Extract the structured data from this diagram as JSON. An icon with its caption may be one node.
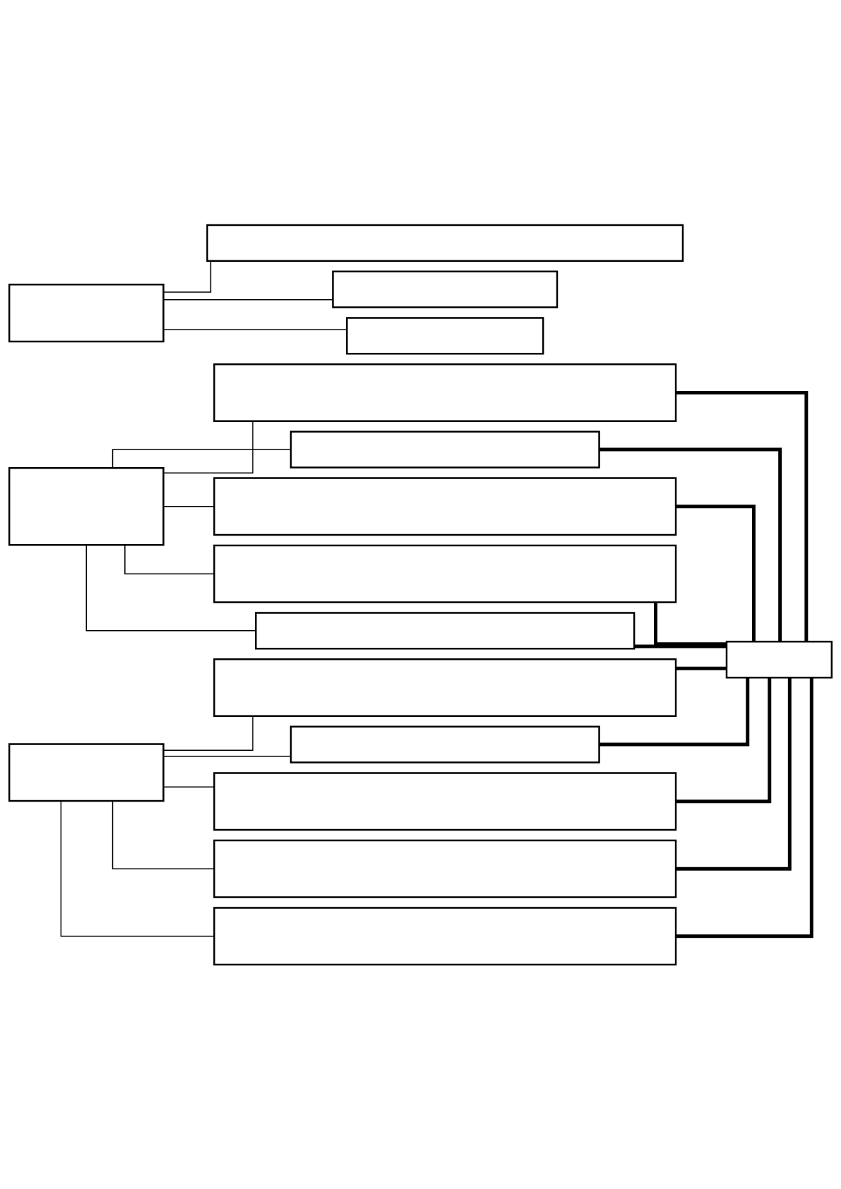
{
  "diagram": {
    "nodes": [
      {
        "text": [],
        "shape": "box"
      },
      {
        "text": [],
        "shape": "box"
      },
      {
        "text": [],
        "shape": "box"
      },
      {
        "text": [],
        "shape": "box"
      },
      {
        "text": [],
        "shape": "box"
      },
      {
        "text": [],
        "shape": "box"
      },
      {
        "text": [],
        "shape": "box"
      },
      {
        "text": [],
        "shape": "box"
      },
      {
        "text": [],
        "shape": "box"
      },
      {
        "text": [],
        "shape": "box"
      },
      {
        "text": [],
        "shape": "box"
      },
      {
        "text": [],
        "shape": "box"
      },
      {
        "text": [],
        "shape": "box"
      },
      {
        "text": [],
        "shape": "box"
      },
      {
        "text": [],
        "shape": "box"
      },
      {
        "text": [],
        "shape": "box"
      },
      {
        "text": [],
        "shape": "box"
      }
    ],
    "edges": [
      {
        "from": 0,
        "to": 1,
        "arrow": "none"
      },
      {
        "from": 0,
        "to": 2,
        "arrow": "none"
      },
      {
        "from": 0,
        "to": 3,
        "arrow": "none"
      },
      {
        "from": 4,
        "to": 5,
        "arrow": "none"
      },
      {
        "from": 4,
        "to": 6,
        "arrow": "none"
      },
      {
        "from": 4,
        "to": 7,
        "arrow": "none"
      },
      {
        "from": 4,
        "to": 8,
        "arrow": "none"
      },
      {
        "from": 4,
        "to": 9,
        "arrow": "none"
      },
      {
        "from": 10,
        "to": 11,
        "arrow": "none"
      },
      {
        "from": 10,
        "to": 12,
        "arrow": "none"
      },
      {
        "from": 10,
        "to": 13,
        "arrow": "none"
      },
      {
        "from": 10,
        "to": 14,
        "arrow": "none"
      },
      {
        "from": 10,
        "to": 15,
        "arrow": "none"
      },
      {
        "from": 5,
        "to": 16,
        "arrow": "none",
        "style": "thick"
      },
      {
        "from": 6,
        "to": 16,
        "arrow": "none",
        "style": "thick"
      },
      {
        "from": 7,
        "to": 16,
        "arrow": "none",
        "style": "thick"
      },
      {
        "from": 8,
        "to": 16,
        "arrow": "none",
        "style": "thick"
      },
      {
        "from": 9,
        "to": 16,
        "arrow": "none",
        "style": "thick"
      },
      {
        "from": 11,
        "to": 16,
        "arrow": "none",
        "style": "thick"
      },
      {
        "from": 12,
        "to": 16,
        "arrow": "none",
        "style": "thick"
      },
      {
        "from": 13,
        "to": 16,
        "arrow": "none",
        "style": "thick"
      },
      {
        "from": 14,
        "to": 16,
        "arrow": "none",
        "style": "thick"
      },
      {
        "from": 15,
        "to": 16,
        "arrow": "none",
        "style": "thick"
      }
    ]
  }
}
